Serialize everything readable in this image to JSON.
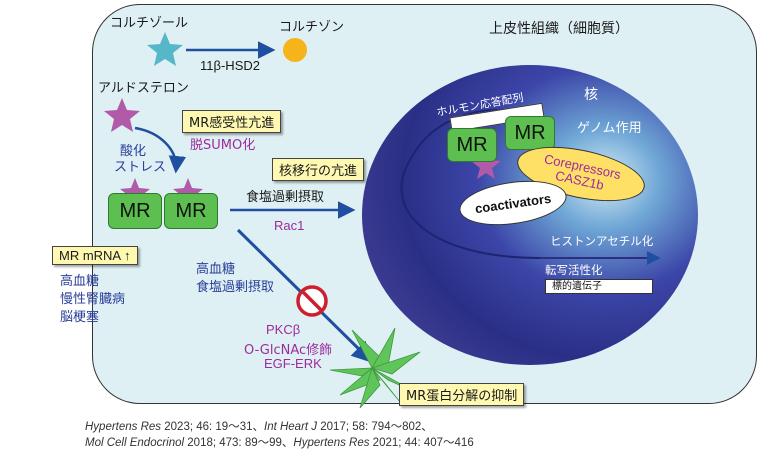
{
  "colors": {
    "cell_fill": "#dff0f4",
    "nucleus_fill": "#3c46a8",
    "mr_green": "#5cbf50",
    "label_yellow": "#fff8b0",
    "star_purple": "#b05aa8",
    "star_cyan": "#55b7c8",
    "cortisone_orange": "#f4b41a",
    "arrow_blue": "#1f4fa0",
    "inhibit_red": "#cc1f2f",
    "degradation_green": "#5fc45a",
    "corepressor_yellow": "#ffe066"
  },
  "cell": {
    "title": "上皮性組織（細胞質）",
    "cortisol": "コルチゾール",
    "cortisone": "コルチゾン",
    "enzyme": "11β-HSD2",
    "aldosterone": "アルドステロン",
    "oxidative_stress": [
      "酸化",
      "ストレス"
    ],
    "mr_sensitivity_label": "MR感受性亢進",
    "desumo": "脱SUMO化",
    "mr_units": [
      "MR",
      "MR"
    ],
    "nuclear_translocation_label": "核移行の亢進",
    "salt_intake": "食塩過剰摂取",
    "rac1": "Rac1",
    "mrna_label": "MR mRNA ↑",
    "mrna_factors": [
      "高血糖",
      "慢性腎臓病",
      "脳梗塞"
    ],
    "degradation_factors_top": [
      "高血糖",
      "食塩過剰摂取"
    ],
    "degradation_pathways": [
      "PKCβ",
      "O-GlcNAc修飾",
      "EGF-ERK"
    ],
    "degradation_label": "MR蛋白分解の抑制"
  },
  "nucleus": {
    "title": "核",
    "genome": "ゲノム作用",
    "hre_label": "ホルモン応答配列",
    "mr_units": [
      "MR",
      "MR"
    ],
    "corepressors": [
      "Corepressors",
      "CASZ1b"
    ],
    "coactivators": "coactivators",
    "histone": "ヒストンアセチル化",
    "transcription": "転写活性化",
    "target_gene": "標的遺伝子"
  },
  "references": {
    "line1": [
      {
        "text": "Hypertens Res",
        "italic": true
      },
      {
        "text": " 2023; 46: 19〜31、",
        "italic": false
      },
      {
        "text": "Int Heart J",
        "italic": true
      },
      {
        "text": " 2017; 58: 794〜802、",
        "italic": false
      }
    ],
    "line2": [
      {
        "text": "Mol Cell Endocrinol",
        "italic": true
      },
      {
        "text": " 2018; 473: 89〜99、",
        "italic": false
      },
      {
        "text": "Hypertens Res",
        "italic": true
      },
      {
        "text": " 2021; 44: 407〜416",
        "italic": false
      }
    ]
  }
}
